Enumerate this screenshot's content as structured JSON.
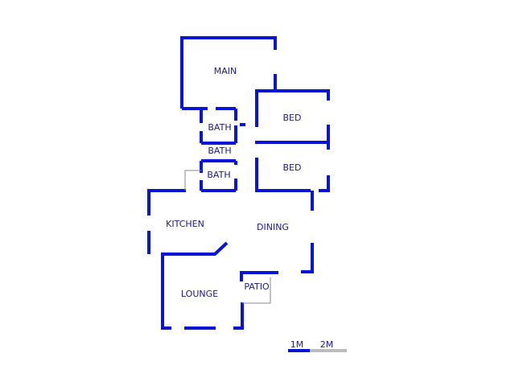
{
  "rooms": {
    "main": "MAIN",
    "bath_1": "BATH",
    "bath_2": "BATH",
    "bath_3": "BATH",
    "bed_1": "BED",
    "bed_2": "BED",
    "kitchen": "KITCHEN",
    "dining": "DINING",
    "lounge": "LOUNGE",
    "patio": "PATIO"
  },
  "scale_bar": {
    "label_1": "1M",
    "label_2": "2M",
    "colors": {
      "filled": "#0a14d6",
      "empty": "#bdbdbd"
    }
  },
  "colors": {
    "wall": "#0a14d6",
    "label": "#1a1a8c"
  }
}
